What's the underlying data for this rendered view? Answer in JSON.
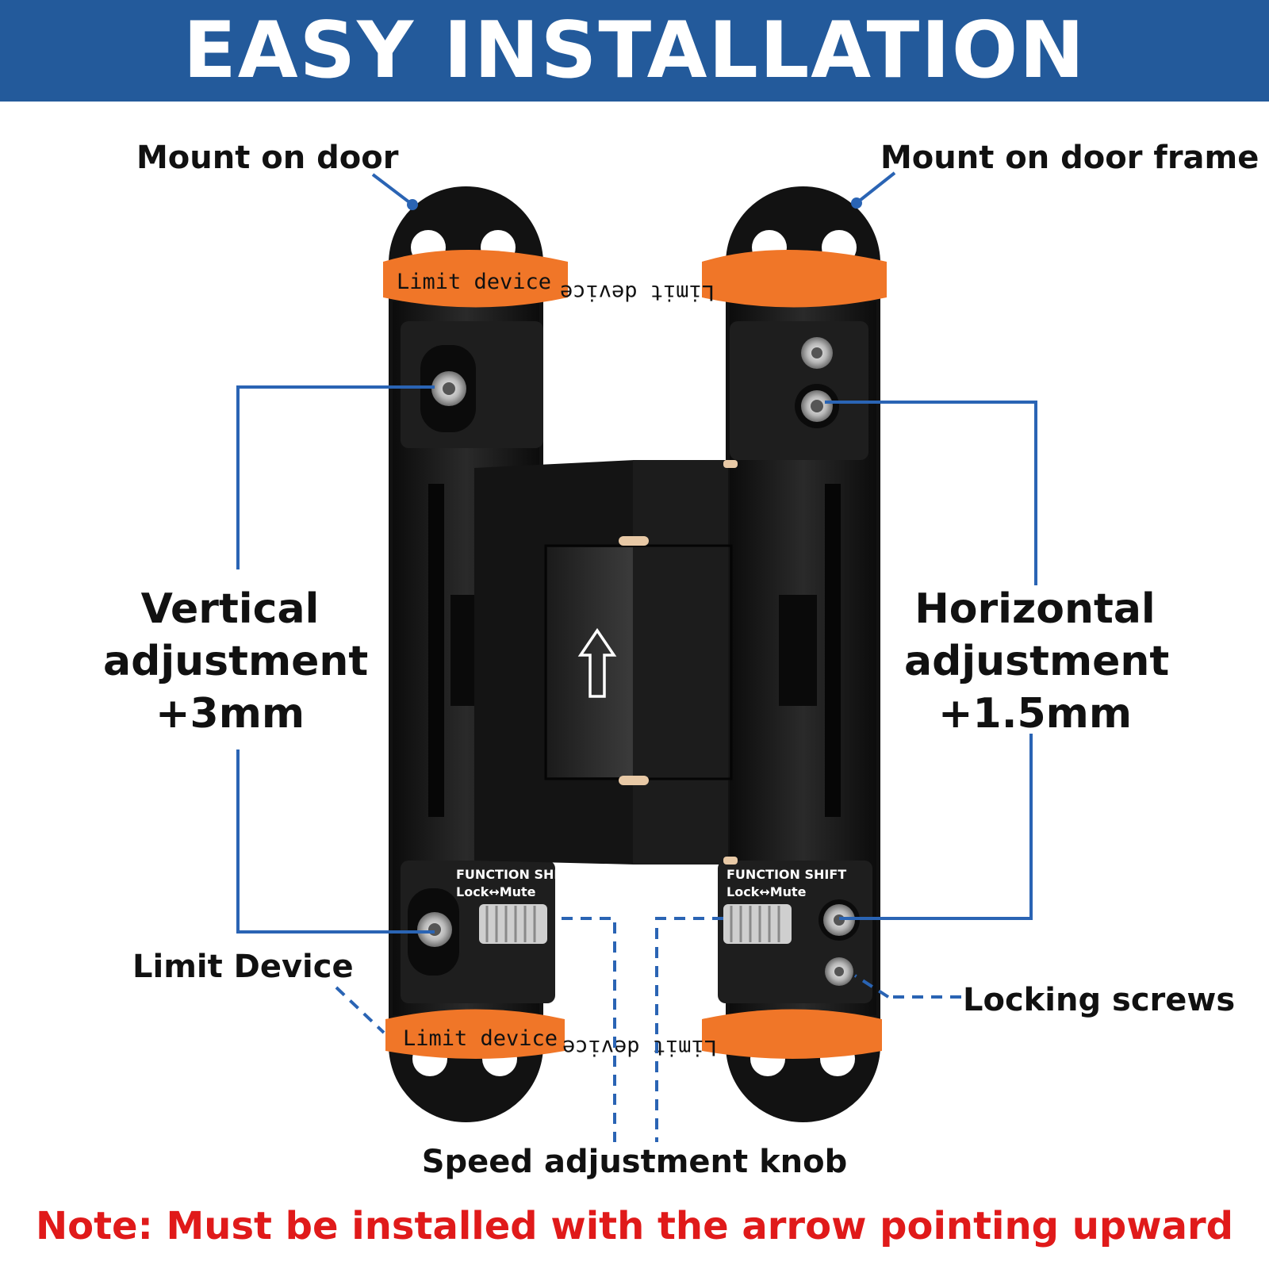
{
  "header": {
    "title": "EASY INSTALLATION"
  },
  "labels": {
    "mount_on_door": "Mount on door",
    "mount_on_door_frame": "Mount on door frame",
    "vertical_adjustment": "Vertical adjustment +3mm",
    "horizontal_adjustment": "Horizontal adjustment +1.5mm",
    "limit_device_callout": "Limit Device",
    "locking_screws": "Locking screws",
    "speed_adjustment_knob": "Speed adjustment knob"
  },
  "hinge": {
    "limit_device_tag": "Limit device",
    "function_shift": "FUNCTION SHIFT",
    "function_modes": "Lock↔Mute",
    "arrow_icon": "up-arrow-icon"
  },
  "note": "Note: Must be installed with the arrow pointing upward",
  "colors": {
    "banner": "#235a9b",
    "callout_line": "#2a64b4",
    "limit_device": "#f07628",
    "note": "#e01a1a",
    "hinge_body": "#141414"
  }
}
